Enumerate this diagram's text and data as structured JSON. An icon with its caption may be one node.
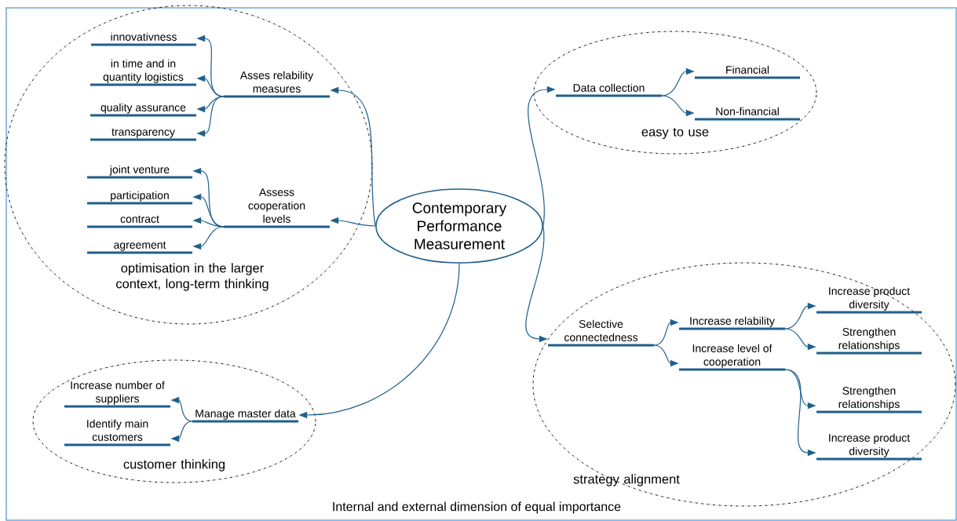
{
  "diagram": {
    "nodes": [
      {
        "text": [
          "Contemporary Performance Measurement"
        ]
      },
      {
        "text": [
          "optimisation in the larger context, long-term thinking"
        ]
      },
      {
        "text": [
          "Asses relability measures"
        ],
        "in": 1
      },
      {
        "text": [
          "innovativness"
        ],
        "in": 1
      },
      {
        "text": [
          "in time and in quantity logistics"
        ],
        "in": 1
      },
      {
        "text": [
          "quality assurance"
        ],
        "in": 1
      },
      {
        "text": [
          "transparency"
        ],
        "in": 1
      },
      {
        "text": [
          "Assess cooperation levels"
        ],
        "in": 1
      },
      {
        "text": [
          "joint venture"
        ],
        "in": 1
      },
      {
        "text": [
          "participation"
        ],
        "in": 1
      },
      {
        "text": [
          "contract"
        ],
        "in": 1
      },
      {
        "text": [
          "agreement"
        ],
        "in": 1
      },
      {
        "text": [
          "easy to use"
        ]
      },
      {
        "text": [
          "Data collection"
        ],
        "in": 12
      },
      {
        "text": [
          "Financial"
        ],
        "in": 12
      },
      {
        "text": [
          "Non-financial"
        ],
        "in": 12
      },
      {
        "text": [
          "strategy alignment"
        ]
      },
      {
        "text": [
          "Selective connectedness"
        ],
        "in": 16
      },
      {
        "text": [
          "Increase relability"
        ],
        "in": 16
      },
      {
        "text": [
          "Increase level of cooperation"
        ],
        "in": 16
      },
      {
        "text": [
          "Increase product diversity"
        ],
        "in": 16
      },
      {
        "text": [
          "Strengthen relationships"
        ],
        "in": 16
      },
      {
        "text": [
          "Strengthen relationships"
        ],
        "in": 16
      },
      {
        "text": [
          "Increase product diversity"
        ],
        "in": 16
      },
      {
        "text": [
          "customer thinking"
        ]
      },
      {
        "text": [
          "Manage master data"
        ],
        "in": 24
      },
      {
        "text": [
          "Increase number of suppliers"
        ],
        "in": 24
      },
      {
        "text": [
          "Identify main customers"
        ],
        "in": 24
      }
    ],
    "edges": [
      {
        "from": 0,
        "to": 2,
        "arrow": "to"
      },
      {
        "from": 0,
        "to": 7,
        "arrow": "to"
      },
      {
        "from": 0,
        "to": 13,
        "arrow": "to"
      },
      {
        "from": 0,
        "to": 17,
        "arrow": "to"
      },
      {
        "from": 0,
        "to": 25,
        "arrow": "to"
      },
      {
        "from": 2,
        "to": 3,
        "arrow": "to"
      },
      {
        "from": 2,
        "to": 4,
        "arrow": "to"
      },
      {
        "from": 2,
        "to": 5,
        "arrow": "to"
      },
      {
        "from": 2,
        "to": 6,
        "arrow": "to"
      },
      {
        "from": 7,
        "to": 8,
        "arrow": "to"
      },
      {
        "from": 7,
        "to": 9,
        "arrow": "to"
      },
      {
        "from": 7,
        "to": 10,
        "arrow": "to"
      },
      {
        "from": 7,
        "to": 11,
        "arrow": "to"
      },
      {
        "from": 13,
        "to": 14,
        "arrow": "to"
      },
      {
        "from": 13,
        "to": 15,
        "arrow": "to"
      },
      {
        "from": 17,
        "to": 18,
        "arrow": "to"
      },
      {
        "from": 17,
        "to": 19,
        "arrow": "to"
      },
      {
        "from": 18,
        "to": 20,
        "arrow": "to"
      },
      {
        "from": 18,
        "to": 21,
        "arrow": "to"
      },
      {
        "from": 19,
        "to": 22,
        "arrow": "to"
      },
      {
        "from": 19,
        "to": 23,
        "arrow": "to"
      },
      {
        "from": 25,
        "to": 26,
        "arrow": "to"
      },
      {
        "from": 25,
        "to": 27,
        "arrow": "to"
      }
    ],
    "labels": [
      "Internal and external dimension of equal importance"
    ]
  }
}
